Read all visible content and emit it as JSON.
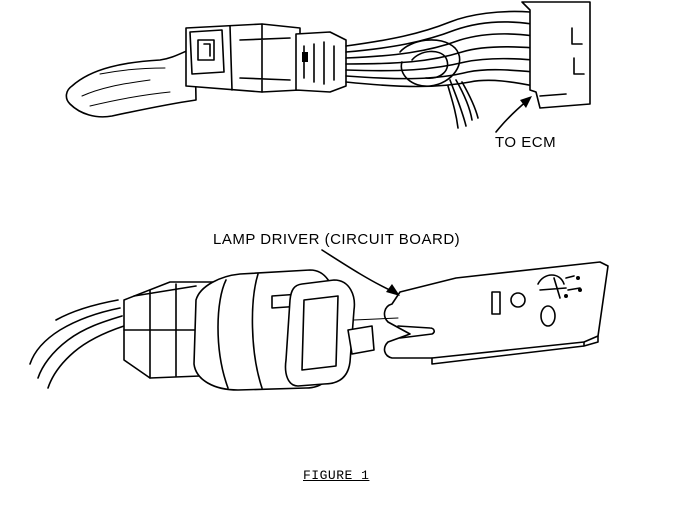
{
  "labels": {
    "to_ecm": "TO ECM",
    "lamp_driver": "LAMP DRIVER (CIRCUIT BOARD)",
    "figure_caption": "FIGURE 1"
  },
  "colors": {
    "ink": "#000000",
    "paper": "#ffffff"
  }
}
